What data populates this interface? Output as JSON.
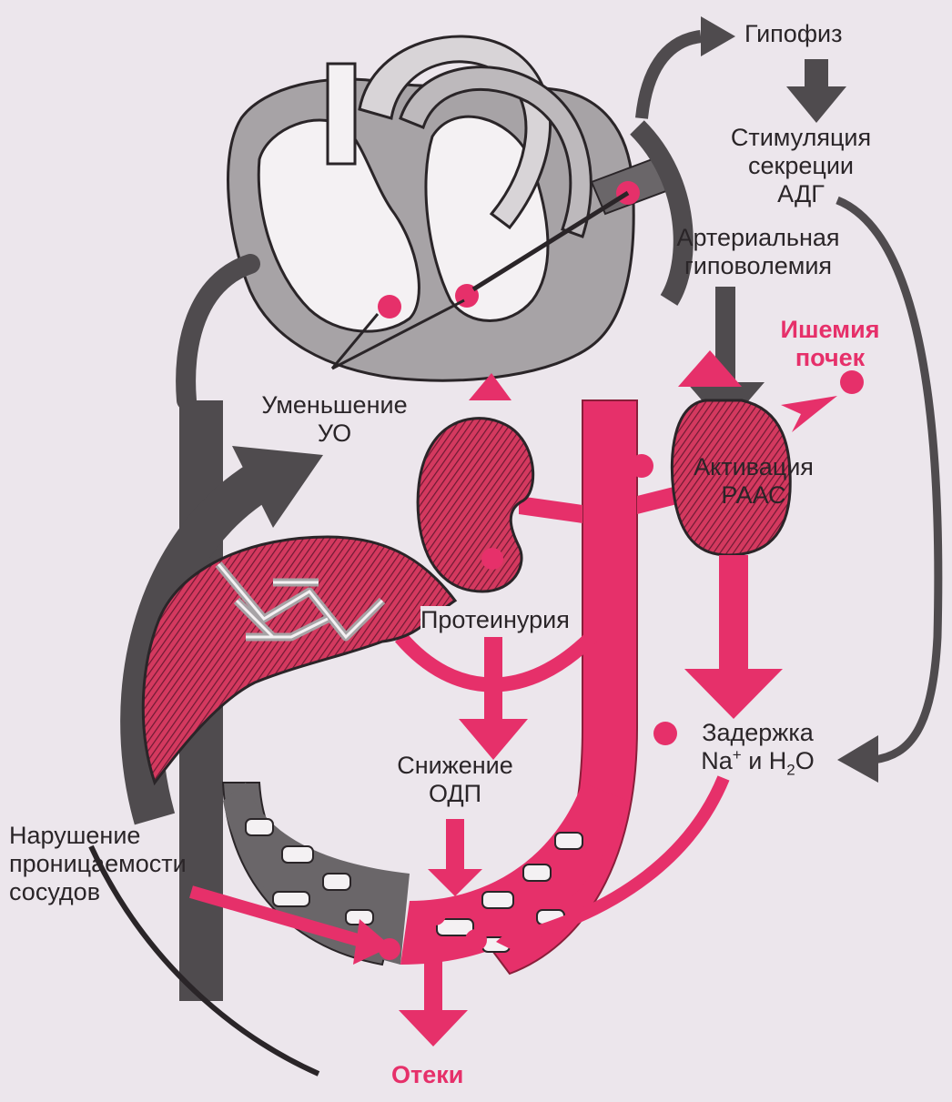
{
  "labels": {
    "pituitary": "Гипофиз",
    "adh_stimulation": [
      "Стимуляция",
      "секреции",
      "АДГ"
    ],
    "arterial_hypovolemia": [
      "Артериальная",
      "гиповолемия"
    ],
    "renal_ischemia": [
      "Ишемия",
      "почек"
    ],
    "stroke_volume_decrease": [
      "Уменьшение",
      "УО"
    ],
    "raas_activation": [
      "Активация",
      "РААС"
    ],
    "proteinuria": "Протеинурия",
    "retention": {
      "prefix": "Задержка",
      "na": "Na",
      "na_sup": "+",
      "and": " и H",
      "h_sub": "2",
      "o": "O"
    },
    "odp_decrease": [
      "Снижение",
      "ОДП"
    ],
    "permeability": [
      "Нарушение",
      "проницаемости",
      "сосудов"
    ],
    "edema": "Отеки"
  },
  "colors": {
    "red": "#e6306a",
    "dark_red": "#8a1e3a",
    "gray": "#4f4b4e",
    "light_gray": "#a7a3a6",
    "background": "#ece6ec"
  }
}
